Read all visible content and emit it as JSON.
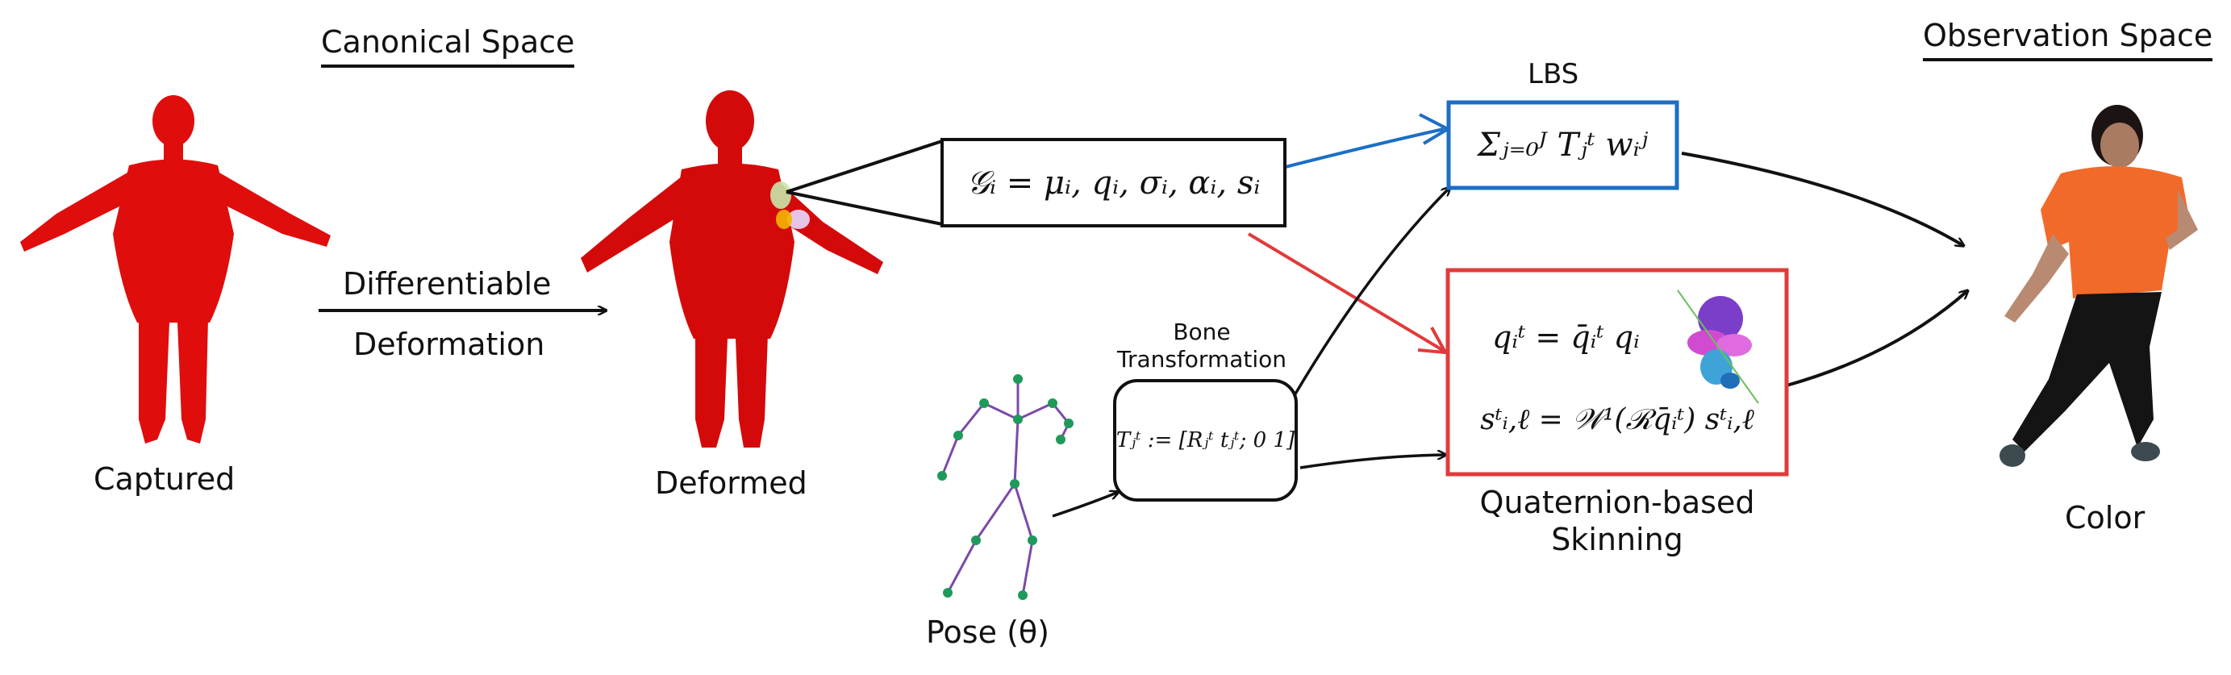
{
  "headers": {
    "canonical": "Canonical Space",
    "observation": "Observation Space"
  },
  "captions": {
    "captured": "Captured",
    "deformed": "Deformed",
    "color": "Color",
    "pose": "Pose (θ)",
    "diff_line1": "Differentiable",
    "diff_line2": "Deformation",
    "bone_line1": "Bone",
    "bone_line2": "Transformation",
    "lbs": "LBS",
    "quat_line1": "Quaternion-based",
    "quat_line2": "Skinning"
  },
  "formulas": {
    "gaussian": "𝒢ᵢ = μᵢ, qᵢ, σᵢ, αᵢ, sᵢ",
    "lbs": "Σⱼ₌₀ᴶ Tⱼᵗ wᵢʲ",
    "bone": "Tⱼᵗ := [Rⱼᵗ tⱼᵗ; 0 1]",
    "quat_rot": "qᵢᵗ = q̄ᵢᵗ qᵢ",
    "sh_rot": "sᵗᵢ,ℓ = 𝒲¹(ℛq̄ᵢᵗ) sᵗᵢ,ℓ"
  },
  "colors": {
    "body_red": "#e00d0d",
    "shirt_orange": "#f26a2a",
    "blue_arrow": "#1c6fc4",
    "red_arrow": "#e03b3b"
  }
}
